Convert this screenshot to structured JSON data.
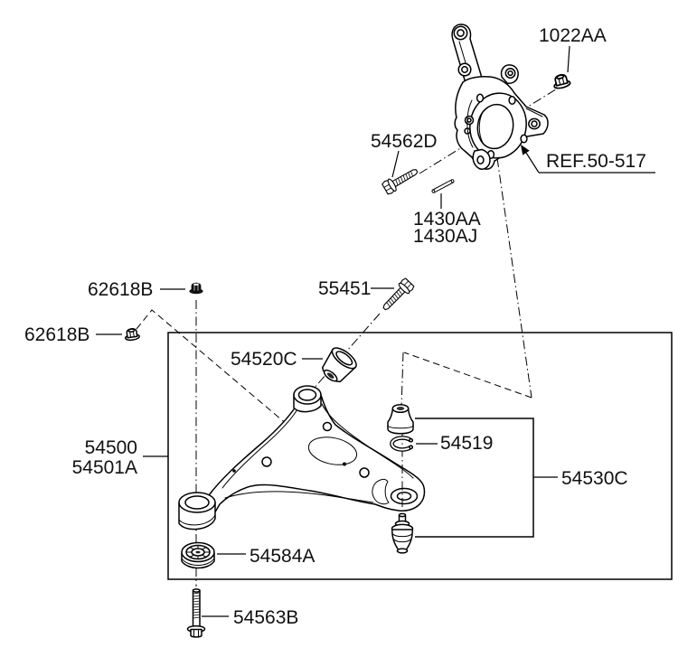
{
  "figure": {
    "description": "exploded parts diagram, front suspension lower control arm and steering knuckle",
    "background_color": "#ffffff",
    "line_color": "#000000",
    "labels": {
      "p1022aa": "1022AA",
      "p54562d": "54562D",
      "p1430aa": "1430AA",
      "p1430aj": "1430AJ",
      "ref": "REF.50-517",
      "p62618b_top": "62618B",
      "p62618b_left": "62618B",
      "p55451": "55451",
      "p54520c": "54520C",
      "p54500": "54500",
      "p54501a": "54501A",
      "p54519": "54519",
      "p54530c": "54530C",
      "p54584a": "54584A",
      "p54563b": "54563B"
    }
  }
}
